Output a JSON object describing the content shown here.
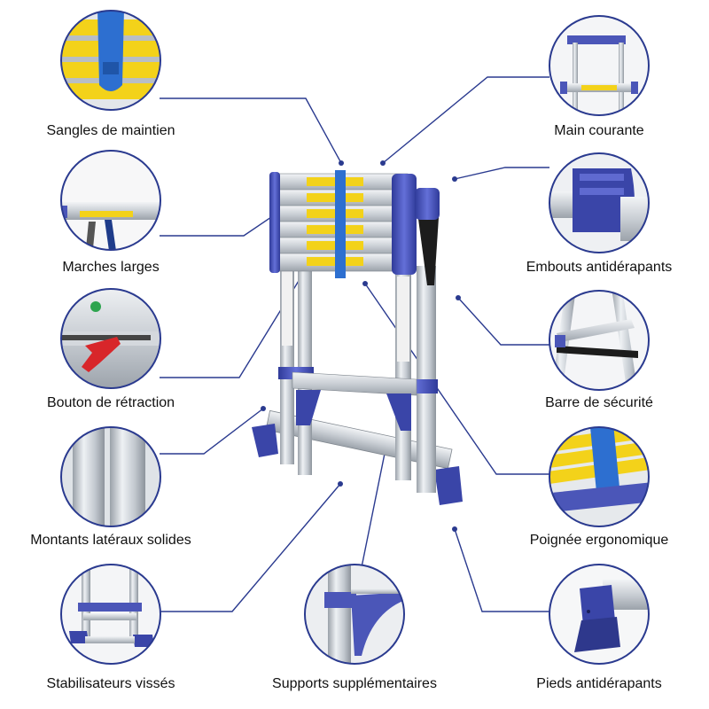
{
  "colors": {
    "accent": "#2a3a8f",
    "aluminium": "#c7ccd2",
    "plastic": "#4b56b8",
    "sticker": "#f3d21a",
    "strap": "#2d6fd0",
    "button_red": "#d8262a",
    "button_green": "#2ea44f"
  },
  "features": [
    {
      "label": "Sangles de maintien",
      "icon": "strap-closeup-icon"
    },
    {
      "label": "Main courante",
      "icon": "handrail-closeup-icon"
    },
    {
      "label": "Marches larges",
      "icon": "wide-step-closeup-icon"
    },
    {
      "label": "Embouts antidérapants",
      "icon": "anti-slip-cap-closeup-icon"
    },
    {
      "label": "Bouton de rétraction",
      "icon": "retraction-button-closeup-icon"
    },
    {
      "label": "Barre de sécurité",
      "icon": "safety-bar-closeup-icon"
    },
    {
      "label": "Montants latéraux solides",
      "icon": "side-rails-closeup-icon"
    },
    {
      "label": "Poignée ergonomique",
      "icon": "ergonomic-handle-closeup-icon"
    },
    {
      "label": "Stabilisateurs vissés",
      "icon": "screwed-stabilizer-closeup-icon"
    },
    {
      "label": "Supports supplémentaires",
      "icon": "extra-support-closeup-icon"
    },
    {
      "label": "Pieds antidérapants",
      "icon": "anti-slip-feet-closeup-icon"
    }
  ]
}
